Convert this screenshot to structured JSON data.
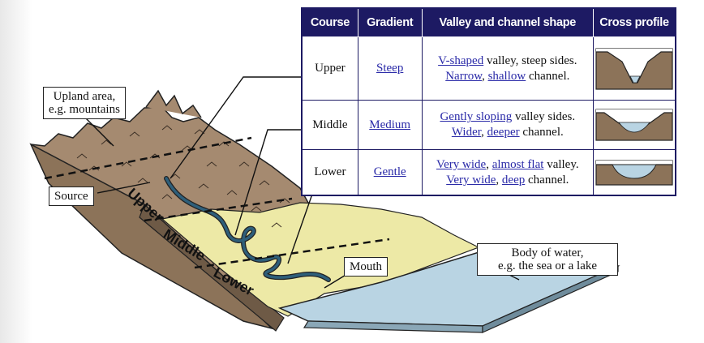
{
  "callouts": {
    "upland": [
      "Upland area,",
      "e.g. mountains"
    ],
    "source": "Source",
    "mouth": "Mouth",
    "water": [
      "Body of water,",
      "e.g. the sea or a lake"
    ]
  },
  "zones": {
    "upper": "Upper",
    "middle": "Middle",
    "lower": "Lower"
  },
  "table": {
    "headers": [
      "Course",
      "Gradient",
      "Valley and channel shape",
      "Cross profile"
    ],
    "rows": [
      {
        "course": "Upper",
        "gradient": "Steep",
        "line1": [
          {
            "t": "V-shaped",
            "u": true
          },
          {
            "t": " valley, steep sides.",
            "u": false
          }
        ],
        "line2": [
          {
            "t": "Narrow",
            "u": true
          },
          {
            "t": ", ",
            "u": false
          },
          {
            "t": "shallow",
            "u": true
          },
          {
            "t": " channel.",
            "u": false
          }
        ]
      },
      {
        "course": "Middle",
        "gradient": "Medium",
        "line1": [
          {
            "t": "Gently sloping",
            "u": true
          },
          {
            "t": " valley sides.",
            "u": false
          }
        ],
        "line2": [
          {
            "t": "Wider",
            "u": true
          },
          {
            "t": ", ",
            "u": false
          },
          {
            "t": "deeper",
            "u": true
          },
          {
            "t": " channel.",
            "u": false
          }
        ]
      },
      {
        "course": "Lower",
        "gradient": "Gentle",
        "line1": [
          {
            "t": "Very wide",
            "u": true
          },
          {
            "t": ", ",
            "u": false
          },
          {
            "t": "almost flat",
            "u": true
          },
          {
            "t": " valley.",
            "u": false
          }
        ],
        "line2": [
          {
            "t": "Very wide",
            "u": true
          },
          {
            "t": ", ",
            "u": false
          },
          {
            "t": "deep",
            "u": true
          },
          {
            "t": " channel.",
            "u": false
          }
        ]
      }
    ]
  },
  "colors": {
    "header": "#1d1a63",
    "rock": "#a58a70",
    "rock_dark": "#7a634f",
    "plain": "#ede9a6",
    "water": "#b9d4e3",
    "river": "#2e5f7a"
  }
}
